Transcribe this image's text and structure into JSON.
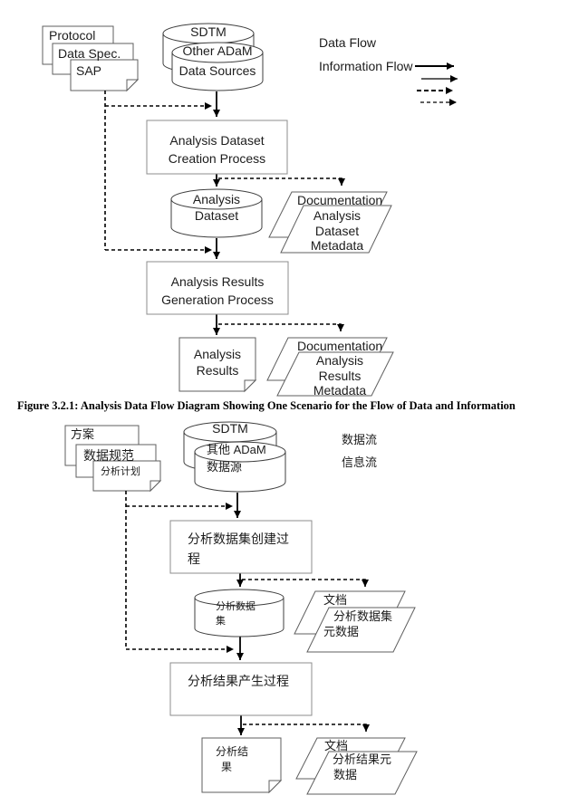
{
  "figure": {
    "caption": "Figure 3.2.1: Analysis Data Flow Diagram Showing One Scenario for the Flow of Data and Information"
  },
  "colors": {
    "box_stroke": "#8c8c8c",
    "doc_stroke": "#5f5f5f",
    "cylinder_stroke": "#3f3f3f",
    "arrow": "#000000"
  },
  "english": {
    "documents": {
      "protocol": "Protocol",
      "data_spec": "Data Spec.",
      "sap": "SAP"
    },
    "sources": {
      "sdtm": "SDTM",
      "other_adam": "Other ADaM",
      "data_sources": "Data Sources"
    },
    "legend": {
      "data_flow": "Data Flow",
      "information_flow": "Information Flow"
    },
    "process1": {
      "line1": "Analysis Dataset",
      "line2": "Creation Process"
    },
    "dataset": {
      "line1": "Analysis",
      "line2": "Dataset"
    },
    "doc1": {
      "title": "Documentation",
      "line1": "Analysis",
      "line2": "Dataset",
      "line3": "Metadata"
    },
    "process2": {
      "line1": "Analysis Results",
      "line2": "Generation Process"
    },
    "results": {
      "line1": "Analysis",
      "line2": "Results"
    },
    "doc2": {
      "title": "Documentation",
      "line1": "Analysis",
      "line2": "Results",
      "line3": "Metadata"
    }
  },
  "chinese": {
    "documents": {
      "protocol": "方案",
      "data_spec": "数据规范",
      "sap": "分析计划"
    },
    "sources": {
      "sdtm": "SDTM",
      "other_adam": "其他 ADaM",
      "data_sources": "数据源"
    },
    "legend": {
      "data_flow": "数据流",
      "information_flow": "信息流"
    },
    "process1": {
      "line1": "分析数据集创建过",
      "line2": "程"
    },
    "dataset": {
      "line1": "分析数据",
      "line2": "集"
    },
    "doc1": {
      "title": "文档",
      "line1": "分析数据集",
      "line2": "元数据"
    },
    "process2": {
      "line1": "分析结果产生过程"
    },
    "results": {
      "line1": "分析结",
      "line2": "果"
    },
    "doc2": {
      "title": "文档",
      "line1": "分析结果元",
      "line2": "数据"
    }
  }
}
